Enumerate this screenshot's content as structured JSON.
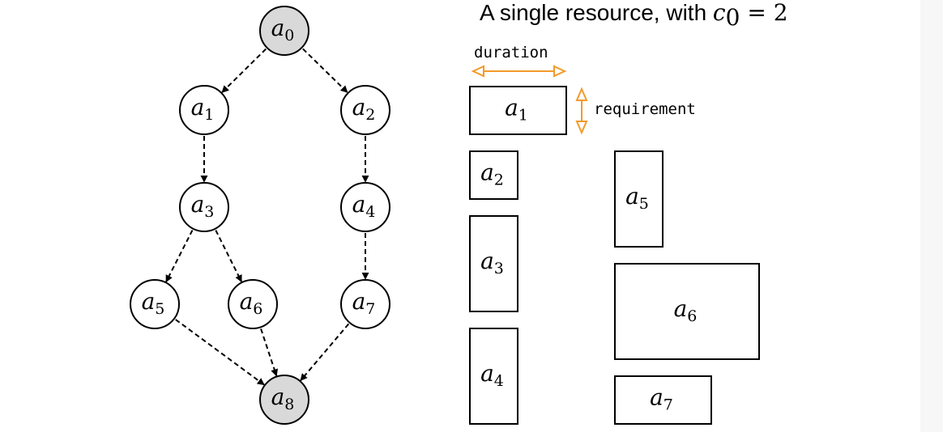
{
  "graph": {
    "nodes": [
      {
        "id": "a0",
        "base": "a",
        "sub": "0",
        "highlight": true
      },
      {
        "id": "a1",
        "base": "a",
        "sub": "1",
        "highlight": false
      },
      {
        "id": "a2",
        "base": "a",
        "sub": "2",
        "highlight": false
      },
      {
        "id": "a3",
        "base": "a",
        "sub": "3",
        "highlight": false
      },
      {
        "id": "a4",
        "base": "a",
        "sub": "4",
        "highlight": false
      },
      {
        "id": "a5",
        "base": "a",
        "sub": "5",
        "highlight": false
      },
      {
        "id": "a6",
        "base": "a",
        "sub": "6",
        "highlight": false
      },
      {
        "id": "a7",
        "base": "a",
        "sub": "7",
        "highlight": false
      },
      {
        "id": "a8",
        "base": "a",
        "sub": "8",
        "highlight": true
      }
    ],
    "edges": [
      [
        "a0",
        "a1"
      ],
      [
        "a0",
        "a2"
      ],
      [
        "a1",
        "a3"
      ],
      [
        "a2",
        "a4"
      ],
      [
        "a3",
        "a5"
      ],
      [
        "a3",
        "a6"
      ],
      [
        "a4",
        "a7"
      ],
      [
        "a5",
        "a8"
      ],
      [
        "a6",
        "a8"
      ],
      [
        "a7",
        "a8"
      ]
    ],
    "highlight_color": "#d9d9d9"
  },
  "resources": {
    "title_text": "A single resource, with ",
    "title_math_base": "c",
    "title_math_sub": "0",
    "title_math_rest": " = 2",
    "duration_label": "duration",
    "requirement_label": "requirement",
    "accent_color": "#f39a2b",
    "boxes": [
      {
        "id": "a1",
        "base": "a",
        "sub": "1"
      },
      {
        "id": "a2",
        "base": "a",
        "sub": "2"
      },
      {
        "id": "a3",
        "base": "a",
        "sub": "3"
      },
      {
        "id": "a4",
        "base": "a",
        "sub": "4"
      },
      {
        "id": "a5",
        "base": "a",
        "sub": "5"
      },
      {
        "id": "a6",
        "base": "a",
        "sub": "6"
      },
      {
        "id": "a7",
        "base": "a",
        "sub": "7"
      }
    ]
  }
}
